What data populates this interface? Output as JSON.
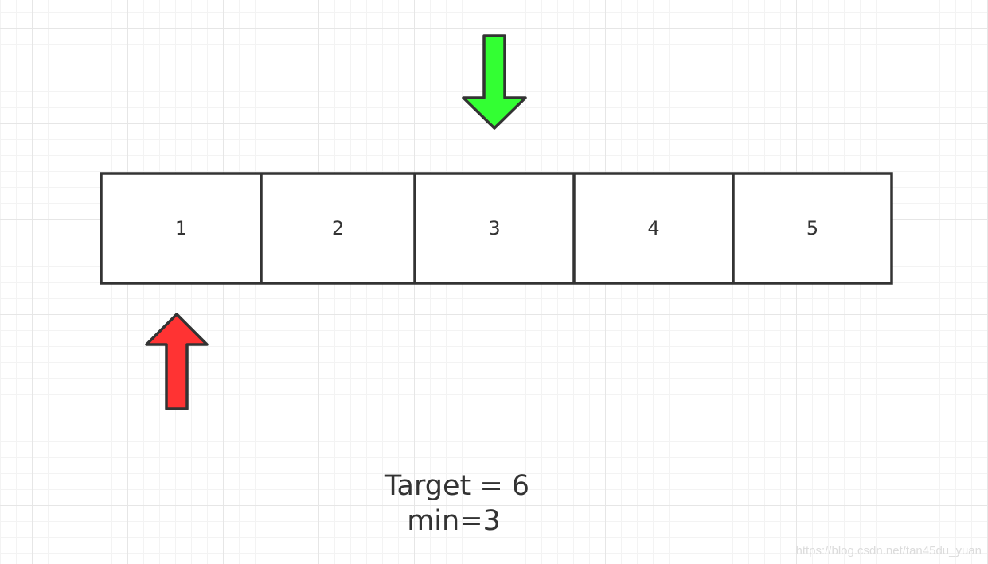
{
  "array": {
    "cells": [
      "1",
      "2",
      "3",
      "4",
      "5"
    ]
  },
  "pointers": {
    "top": {
      "color": "#33ff33",
      "direction": "down",
      "points_to_cell": 3
    },
    "bottom": {
      "color": "#ff3333",
      "direction": "up",
      "points_to_cell": 1
    }
  },
  "annotation": {
    "target": "Target = 6",
    "min": "min=3"
  },
  "watermark": "https://blog.csdn.net/tan45du_yuan"
}
